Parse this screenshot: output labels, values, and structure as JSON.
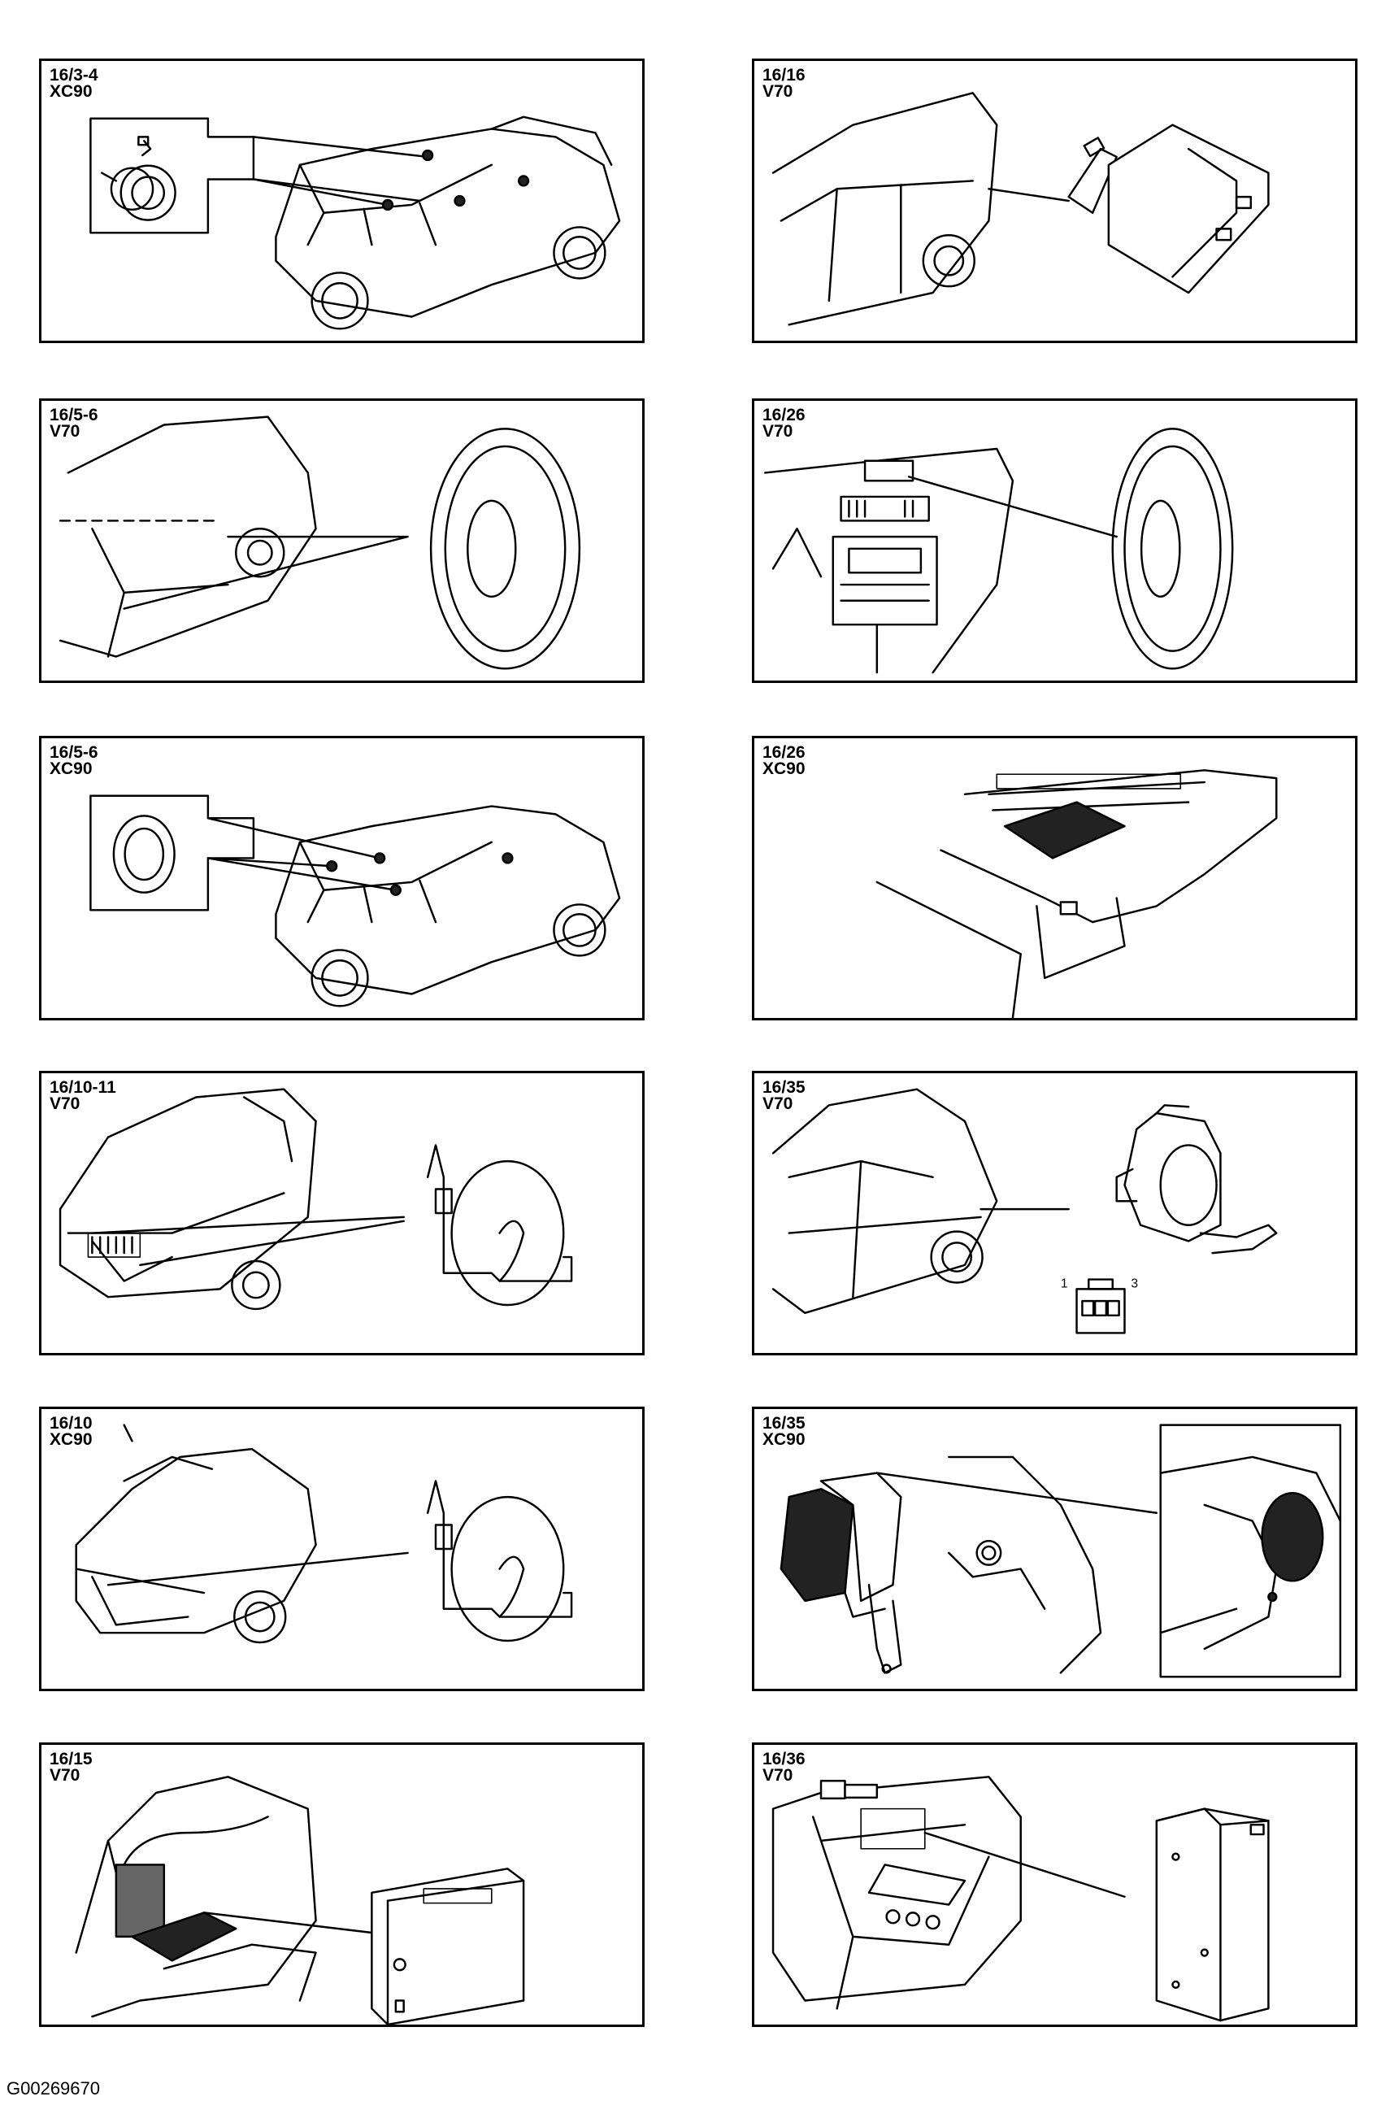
{
  "panels": [
    {
      "code": "16/3-4",
      "model": "XC90"
    },
    {
      "code": "16/16",
      "model": "V70"
    },
    {
      "code": "16/5-6",
      "model": "V70"
    },
    {
      "code": "16/26",
      "model": "V70"
    },
    {
      "code": "16/5-6",
      "model": "XC90"
    },
    {
      "code": "16/26",
      "model": "XC90"
    },
    {
      "code": "16/10-11",
      "model": "V70"
    },
    {
      "code": "16/35",
      "model": "V70"
    },
    {
      "code": "16/10",
      "model": "XC90"
    },
    {
      "code": "16/35",
      "model": "XC90"
    },
    {
      "code": "16/15",
      "model": "V70"
    },
    {
      "code": "16/36",
      "model": "V70"
    }
  ],
  "connector_pins": {
    "left": "1",
    "right": "3"
  },
  "figure_id": "G00269670"
}
